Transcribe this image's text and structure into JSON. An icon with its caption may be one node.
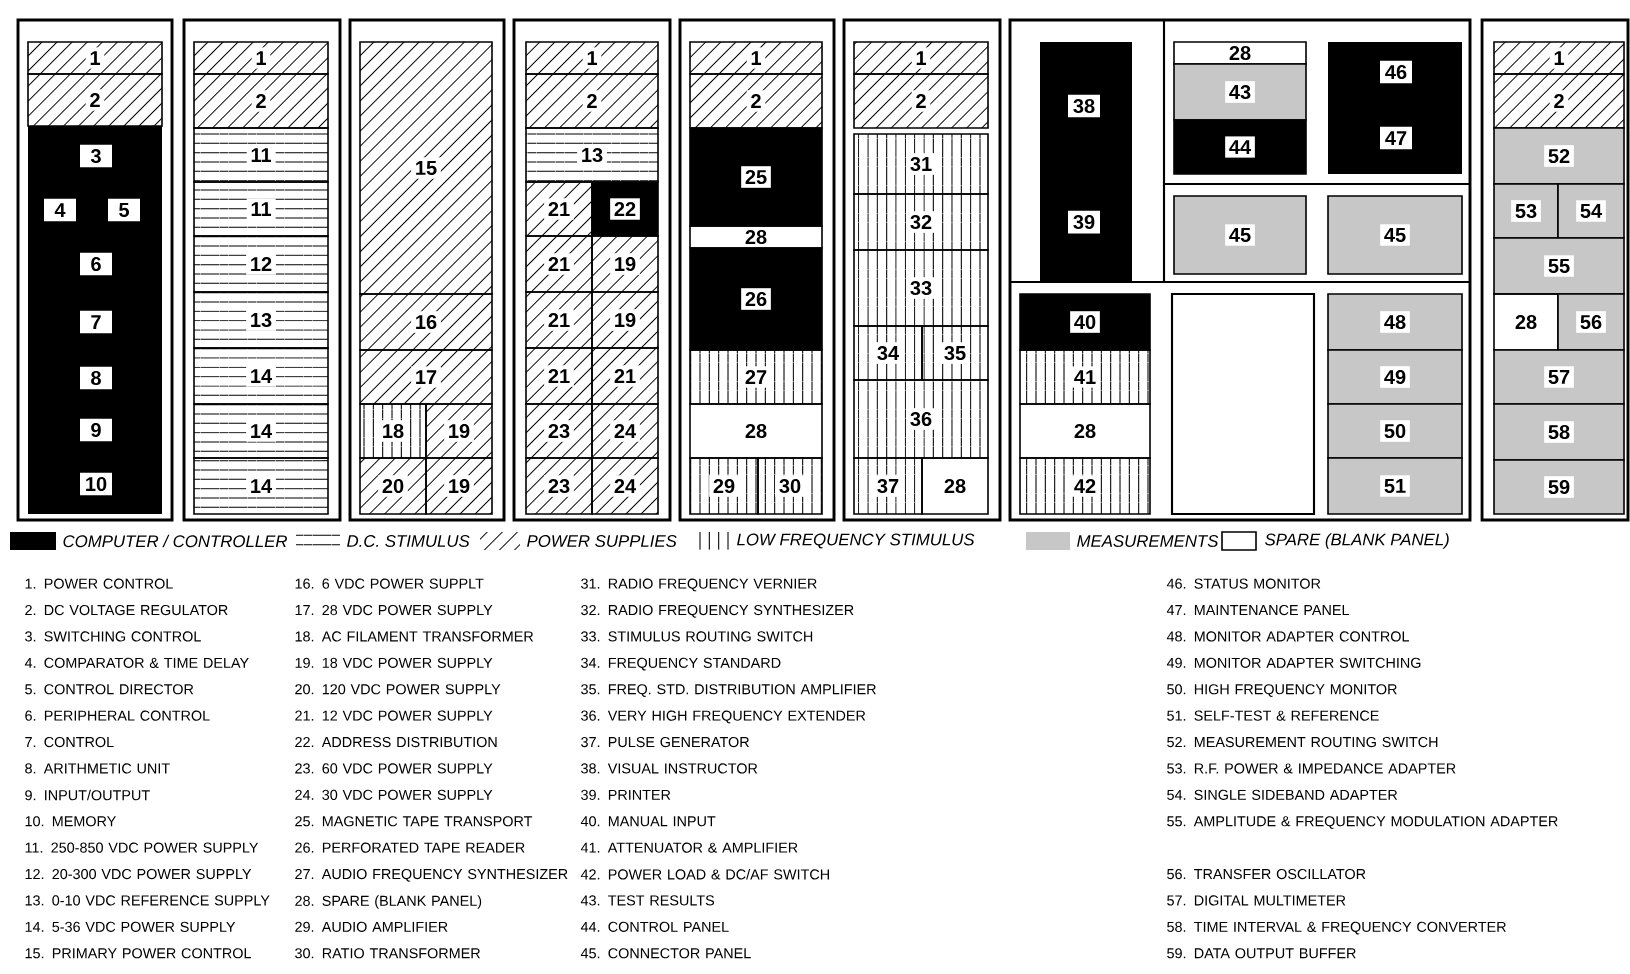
{
  "diagram": {
    "nodes": [
      {
        "text": [
          "1"
        ]
      },
      {
        "text": [
          "2"
        ]
      },
      {
        "text": [
          "3"
        ]
      },
      {
        "text": [
          "4"
        ]
      },
      {
        "text": [
          "5"
        ]
      },
      {
        "text": [
          "6"
        ]
      },
      {
        "text": [
          "7"
        ]
      },
      {
        "text": [
          "8"
        ]
      },
      {
        "text": [
          "9"
        ]
      },
      {
        "text": [
          "10"
        ]
      },
      {
        "text": [
          "1"
        ]
      },
      {
        "text": [
          "2"
        ]
      },
      {
        "text": [
          "11"
        ]
      },
      {
        "text": [
          "11"
        ]
      },
      {
        "text": [
          "12"
        ]
      },
      {
        "text": [
          "13"
        ]
      },
      {
        "text": [
          "14"
        ]
      },
      {
        "text": [
          "14"
        ]
      },
      {
        "text": [
          "14"
        ]
      },
      {
        "text": [
          "15"
        ]
      },
      {
        "text": [
          "16"
        ]
      },
      {
        "text": [
          "17"
        ]
      },
      {
        "text": [
          "18"
        ]
      },
      {
        "text": [
          "19"
        ]
      },
      {
        "text": [
          "20"
        ]
      },
      {
        "text": [
          "19"
        ]
      },
      {
        "text": [
          "1"
        ]
      },
      {
        "text": [
          "2"
        ]
      },
      {
        "text": [
          "13"
        ]
      },
      {
        "text": [
          "21"
        ]
      },
      {
        "text": [
          "22"
        ]
      },
      {
        "text": [
          "21"
        ]
      },
      {
        "text": [
          "19"
        ]
      },
      {
        "text": [
          "21"
        ]
      },
      {
        "text": [
          "19"
        ]
      },
      {
        "text": [
          "21"
        ]
      },
      {
        "text": [
          "21"
        ]
      },
      {
        "text": [
          "23"
        ]
      },
      {
        "text": [
          "24"
        ]
      },
      {
        "text": [
          "23"
        ]
      },
      {
        "text": [
          "24"
        ]
      },
      {
        "text": [
          "1"
        ]
      },
      {
        "text": [
          "2"
        ]
      },
      {
        "text": [
          "25"
        ]
      },
      {
        "text": [
          "28"
        ]
      },
      {
        "text": [
          "26"
        ]
      },
      {
        "text": [
          "27"
        ]
      },
      {
        "text": [
          "28"
        ]
      },
      {
        "text": [
          "29"
        ]
      },
      {
        "text": [
          "30"
        ]
      },
      {
        "text": [
          "1"
        ]
      },
      {
        "text": [
          "2"
        ]
      },
      {
        "text": [
          "31"
        ]
      },
      {
        "text": [
          "32"
        ]
      },
      {
        "text": [
          "33"
        ]
      },
      {
        "text": [
          "34"
        ]
      },
      {
        "text": [
          "35"
        ]
      },
      {
        "text": [
          "36"
        ]
      },
      {
        "text": [
          "37"
        ]
      },
      {
        "text": [
          "28"
        ]
      },
      {
        "text": [
          "38"
        ]
      },
      {
        "text": [
          "39"
        ]
      },
      {
        "text": [
          "40"
        ]
      },
      {
        "text": [
          "41"
        ]
      },
      {
        "text": [
          "28"
        ]
      },
      {
        "text": [
          "42"
        ]
      },
      {
        "text": [
          "28"
        ]
      },
      {
        "text": [
          "43"
        ]
      },
      {
        "text": [
          "44"
        ]
      },
      {
        "text": [
          "46"
        ]
      },
      {
        "text": [
          "47"
        ]
      },
      {
        "text": [
          "45"
        ]
      },
      {
        "text": [
          "45"
        ]
      },
      {
        "text": [],
        "shape": "box"
      },
      {
        "text": [
          "48"
        ]
      },
      {
        "text": [
          "49"
        ]
      },
      {
        "text": [
          "50"
        ]
      },
      {
        "text": [
          "51"
        ]
      },
      {
        "text": [
          "1"
        ]
      },
      {
        "text": [
          "2"
        ]
      },
      {
        "text": [
          "52"
        ]
      },
      {
        "text": [
          "53"
        ]
      },
      {
        "text": [
          "54"
        ]
      },
      {
        "text": [
          "55"
        ]
      },
      {
        "text": [
          "28"
        ]
      },
      {
        "text": [
          "56"
        ]
      },
      {
        "text": [
          "57"
        ]
      },
      {
        "text": [
          "58"
        ]
      },
      {
        "text": [
          "59"
        ]
      }
    ],
    "legend": [
      {
        "text": "COMPUTER / CONTROLLER"
      },
      {
        "text": "D.C. STIMULUS"
      },
      {
        "text": "POWER SUPPLIES"
      },
      {
        "text": "LOW FREQUENCY STIMULUS"
      },
      {
        "text": "MEASUREMENTS"
      },
      {
        "text": "SPARE (BLANK PANEL)"
      }
    ],
    "labels": [
      "1. POWER CONTROL",
      "2. DC VOLTAGE REGULATOR",
      "3. SWITCHING CONTROL",
      "4. COMPARATOR & TIME DELAY",
      "5. CONTROL DIRECTOR",
      "6. PERIPHERAL CONTROL",
      "7. CONTROL",
      "8. ARITHMETIC UNIT",
      "9. INPUT/OUTPUT",
      "10. MEMORY",
      "11. 250-850 VDC POWER SUPPLY",
      "12. 20-300 VDC POWER SUPPLY",
      "13. 0-10 VDC REFERENCE SUPPLY",
      "14. 5-36 VDC POWER SUPPLY",
      "15. PRIMARY POWER CONTROL",
      "16. 6 VDC POWER SUPPLT",
      "17. 28 VDC POWER SUPPLY",
      "18. AC FILAMENT TRANSFORMER",
      "19. 18 VDC POWER SUPPLY",
      "20. 120 VDC POWER SUPPLY",
      "21. 12 VDC POWER SUPPLY",
      "22. ADDRESS DISTRIBUTION",
      "23. 60 VDC POWER SUPPLY",
      "24. 30 VDC POWER SUPPLY",
      "25. MAGNETIC TAPE TRANSPORT",
      "26. PERFORATED TAPE READER",
      "27. AUDIO FREQUENCY SYNTHESIZER",
      "28. SPARE (BLANK PANEL)",
      "29. AUDIO AMPLIFIER",
      "30. RATIO TRANSFORMER",
      "31. RADIO FREQUENCY VERNIER",
      "32. RADIO FREQUENCY SYNTHESIZER",
      "33. STIMULUS ROUTING SWITCH",
      "34. FREQUENCY STANDARD",
      "35. FREQ. STD. DISTRIBUTION AMPLIFIER",
      "36. VERY HIGH FREQUENCY EXTENDER",
      "37. PULSE GENERATOR",
      "38. VISUAL INSTRUCTOR",
      "39. PRINTER",
      "40. MANUAL INPUT",
      "41. ATTENUATOR & AMPLIFIER",
      "42. POWER LOAD & DC/AF SWITCH",
      "43. TEST RESULTS",
      "44. CONTROL PANEL",
      "45. CONNECTOR PANEL",
      "46. STATUS MONITOR",
      "47. MAINTENANCE PANEL",
      "48. MONITOR ADAPTER CONTROL",
      "49. MONITOR ADAPTER SWITCHING",
      "50. HIGH FREQUENCY MONITOR",
      "51. SELF-TEST & REFERENCE",
      "52. MEASUREMENT ROUTING SWITCH",
      "53. R.F. POWER & IMPEDANCE ADAPTER",
      "54. SINGLE SIDEBAND ADAPTER",
      "55. AMPLITUDE & FREQUENCY MODULATION ADAPTER",
      "56. TRANSFER OSCILLATOR",
      "57. DIGITAL MULTIMETER",
      "58. TIME INTERVAL & FREQUENCY CONVERTER",
      "59. DATA OUTPUT BUFFER"
    ]
  }
}
